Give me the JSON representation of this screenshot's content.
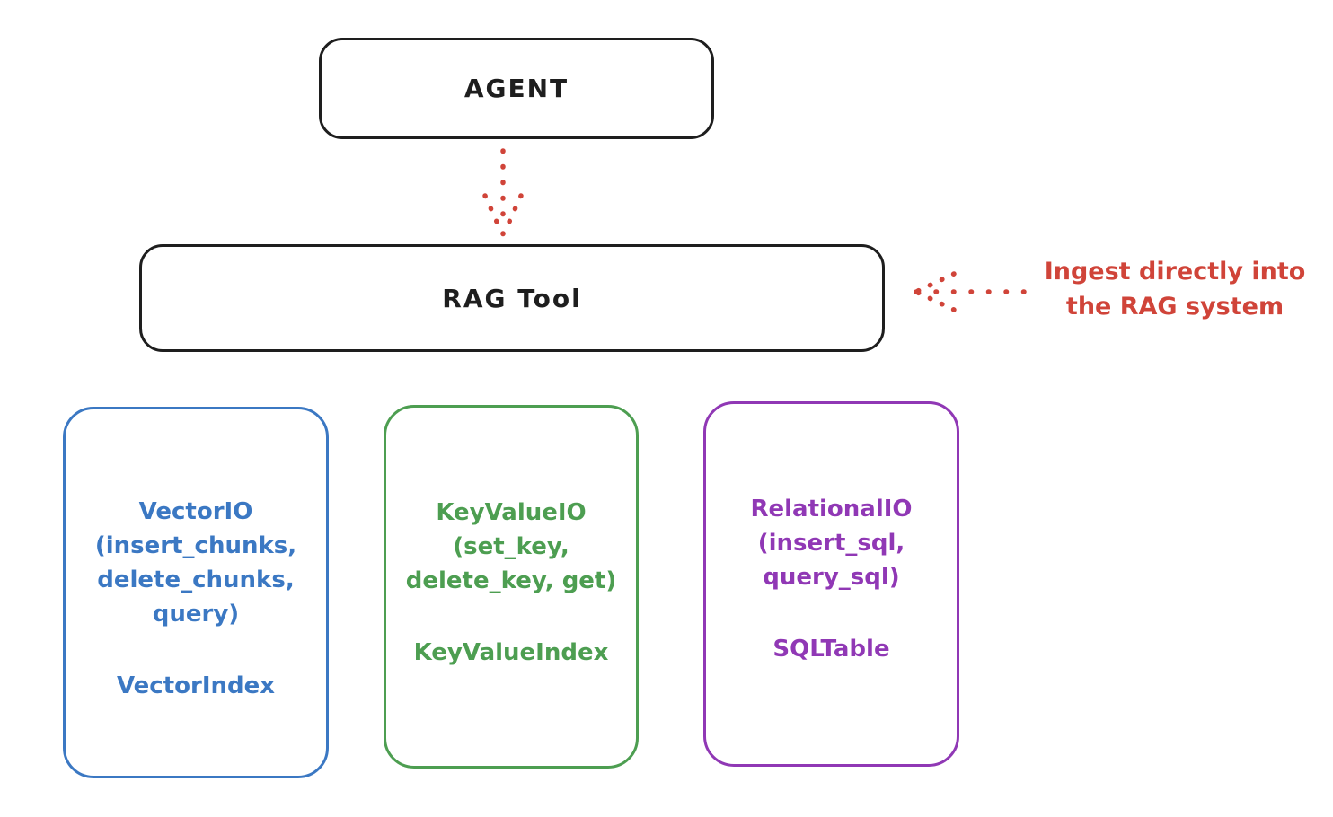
{
  "diagram": {
    "nodes": {
      "agent": {
        "label": "AGENT"
      },
      "rag_tool": {
        "label": "RAG Tool"
      },
      "vector": {
        "lines": [
          "VectorIO",
          "(insert_chunks,",
          "delete_chunks,",
          "query)"
        ],
        "index_label": "VectorIndex",
        "color": "#3b78c3"
      },
      "keyvalue": {
        "lines": [
          "KeyValueIO",
          "(set_key,",
          "delete_key, get)"
        ],
        "index_label": "KeyValueIndex",
        "color": "#4d9e51"
      },
      "relational": {
        "lines": [
          "RelationalIO",
          "(insert_sql,",
          "query_sql)"
        ],
        "index_label": "SQLTable",
        "color": "#9038b5"
      }
    },
    "annotation": {
      "lines": [
        "Ingest directly into",
        "the RAG system"
      ],
      "color": "#d04439"
    },
    "colors": {
      "stroke_black": "#1e1e1e",
      "accent_red": "#d04439",
      "background": "#ffffff"
    }
  }
}
